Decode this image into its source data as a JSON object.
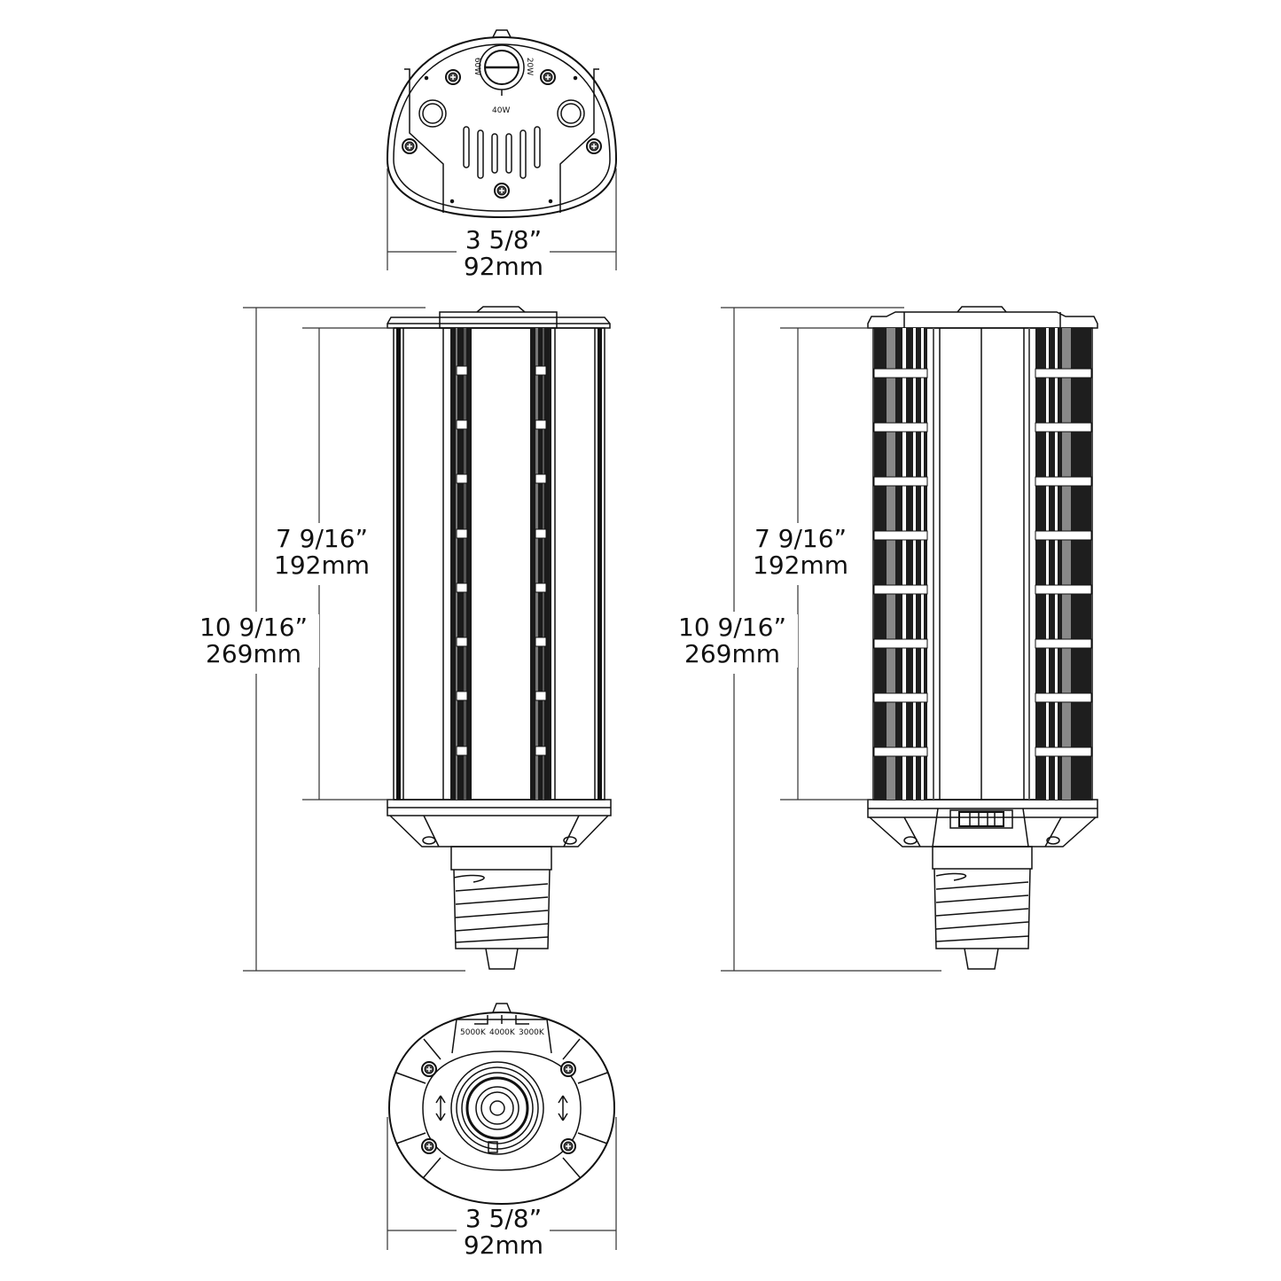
{
  "figure": {
    "subject": "LED corn lamp dimensional drawing",
    "line_color": "#111111",
    "background": "#ffffff"
  },
  "top_view": {
    "wattage_labels": {
      "left": "60W",
      "right": "20W",
      "bottom": "40W"
    },
    "width_dimension": {
      "imperial": "3  5/8”",
      "metric": "92mm"
    }
  },
  "front_view": {
    "led_length_dimension": {
      "imperial": "7  9/16”",
      "metric": "192mm"
    },
    "overall_length_dimension": {
      "imperial": "10  9/16”",
      "metric": "269mm"
    }
  },
  "side_view": {
    "led_length_dimension": {
      "imperial": "7  9/16”",
      "metric": "192mm"
    },
    "overall_length_dimension": {
      "imperial": "10  9/16”",
      "metric": "269mm"
    }
  },
  "bottom_view": {
    "cct_labels": [
      "5000K",
      "4000K",
      "3000K"
    ],
    "width_dimension": {
      "imperial": "3  5/8”",
      "metric": "92mm"
    }
  }
}
